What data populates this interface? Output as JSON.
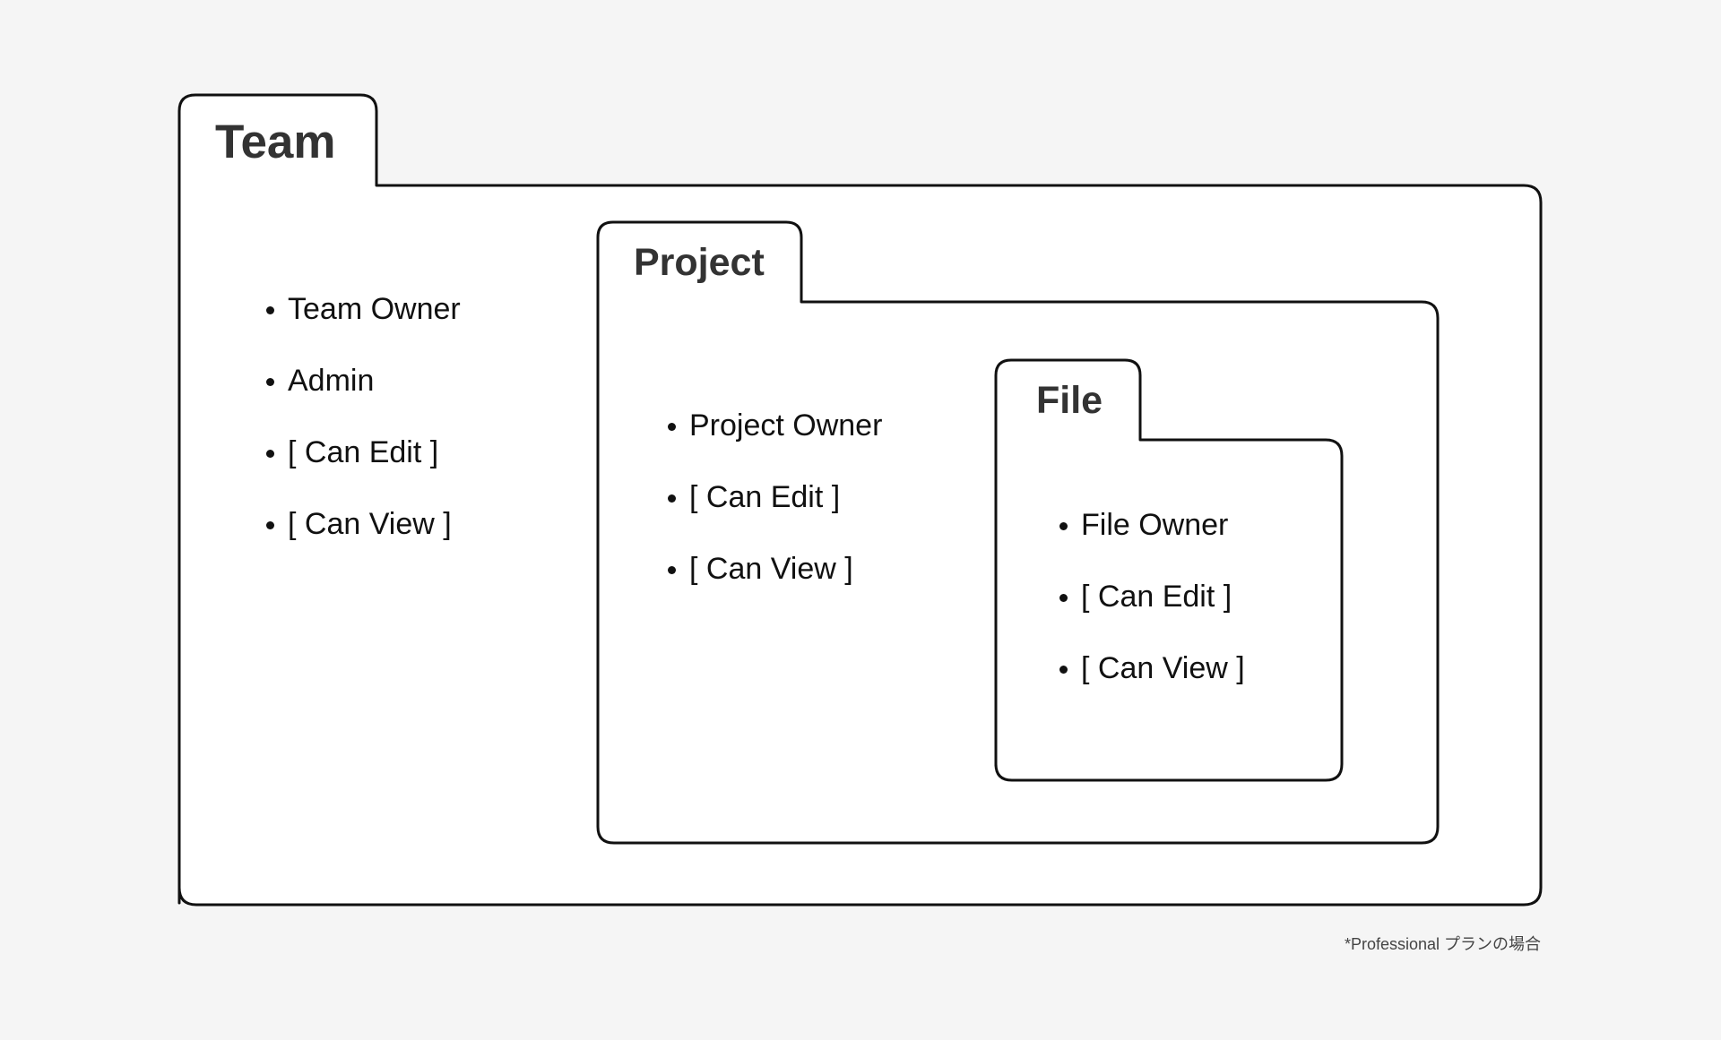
{
  "team": {
    "title": "Team",
    "roles": [
      "Team Owner",
      "Admin",
      "[ Can Edit ]",
      "[ Can View ]"
    ]
  },
  "project": {
    "title": "Project",
    "roles": [
      "Project Owner",
      "[ Can Edit ]",
      "[ Can View ]"
    ]
  },
  "file": {
    "title": "File",
    "roles": [
      "File Owner",
      "[ Can Edit ]",
      "[ Can View ]"
    ]
  },
  "footnote": "*Professional プランの場合",
  "colors": {
    "background": "#f5f5f5",
    "folder_fill": "#ffffff",
    "outline": "#111111",
    "title_text": "#333333"
  }
}
